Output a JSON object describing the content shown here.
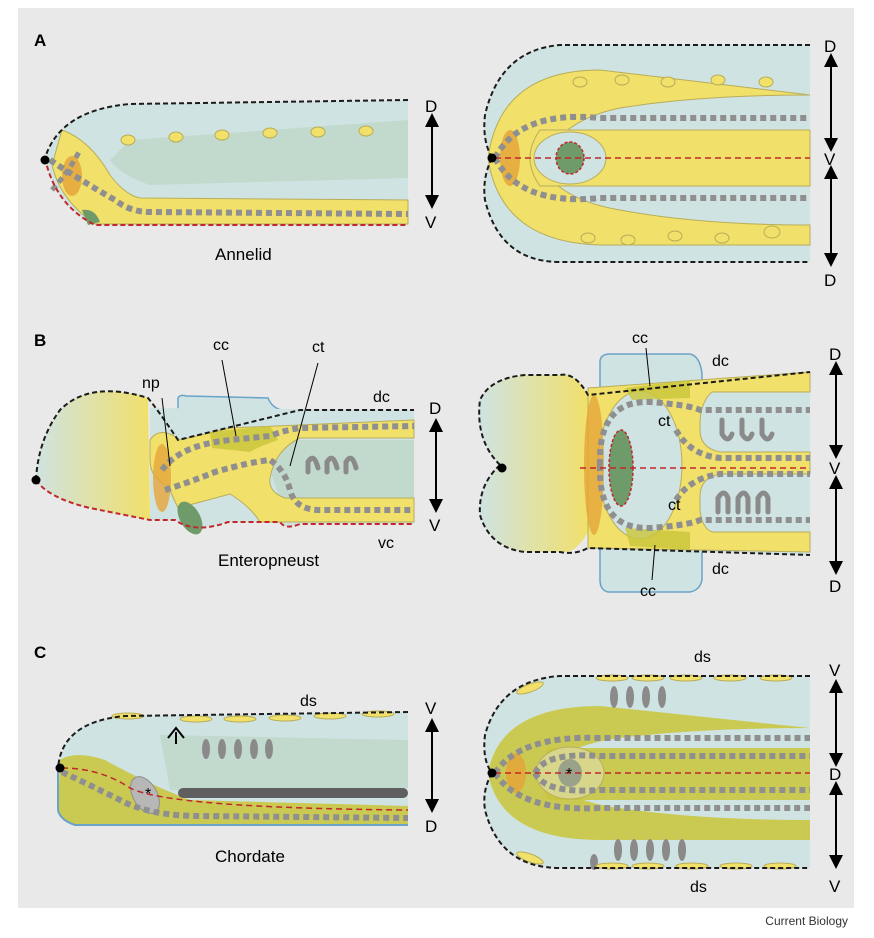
{
  "credit": "Current Biology",
  "panels": {
    "A": {
      "letter": "A",
      "caption": "Annelid",
      "axis_side": {
        "top": "D",
        "bottom": "V"
      },
      "axis_front": {
        "top": "D",
        "middle": "V",
        "bottom": "D"
      }
    },
    "B": {
      "letter": "B",
      "caption": "Enteropneust",
      "axis_side": {
        "top": "D",
        "bottom": "V"
      },
      "axis_front": {
        "top": "D",
        "middle": "V",
        "bottom": "D"
      },
      "labels": {
        "np": "np",
        "cc_side": "cc",
        "ct_side": "ct",
        "dc_side": "dc",
        "vc_side": "vc",
        "cc_front_top": "cc",
        "dc_front_top": "dc",
        "ct_front_top": "ct",
        "ct_front_bottom": "ct",
        "cc_front_bottom": "cc",
        "dc_front_bottom": "dc"
      }
    },
    "C": {
      "letter": "C",
      "caption": "Chordate",
      "axis_side": {
        "top": "V",
        "bottom": "D"
      },
      "axis_front": {
        "top": "V",
        "middle": "D",
        "bottom": "V"
      },
      "labels": {
        "ds_side": "ds",
        "ds_front_top": "ds",
        "ds_front_bottom": "ds",
        "star_side": "*",
        "star_front": "*"
      }
    }
  },
  "colors": {
    "panel_bg": "#e9e9e9",
    "body_fill": "#cfe3e2",
    "yellow": "#f1e06a",
    "olive": "#c9c53a",
    "orange": "#e5a53a",
    "dark_green": "#6f9a6a",
    "gray_dots": "#8f8f8f",
    "gray_organs": "#8a8a8a",
    "red_dash": "#c0282a",
    "outline": "#1b1b1b",
    "blue_outline": "#6aa3c8"
  }
}
